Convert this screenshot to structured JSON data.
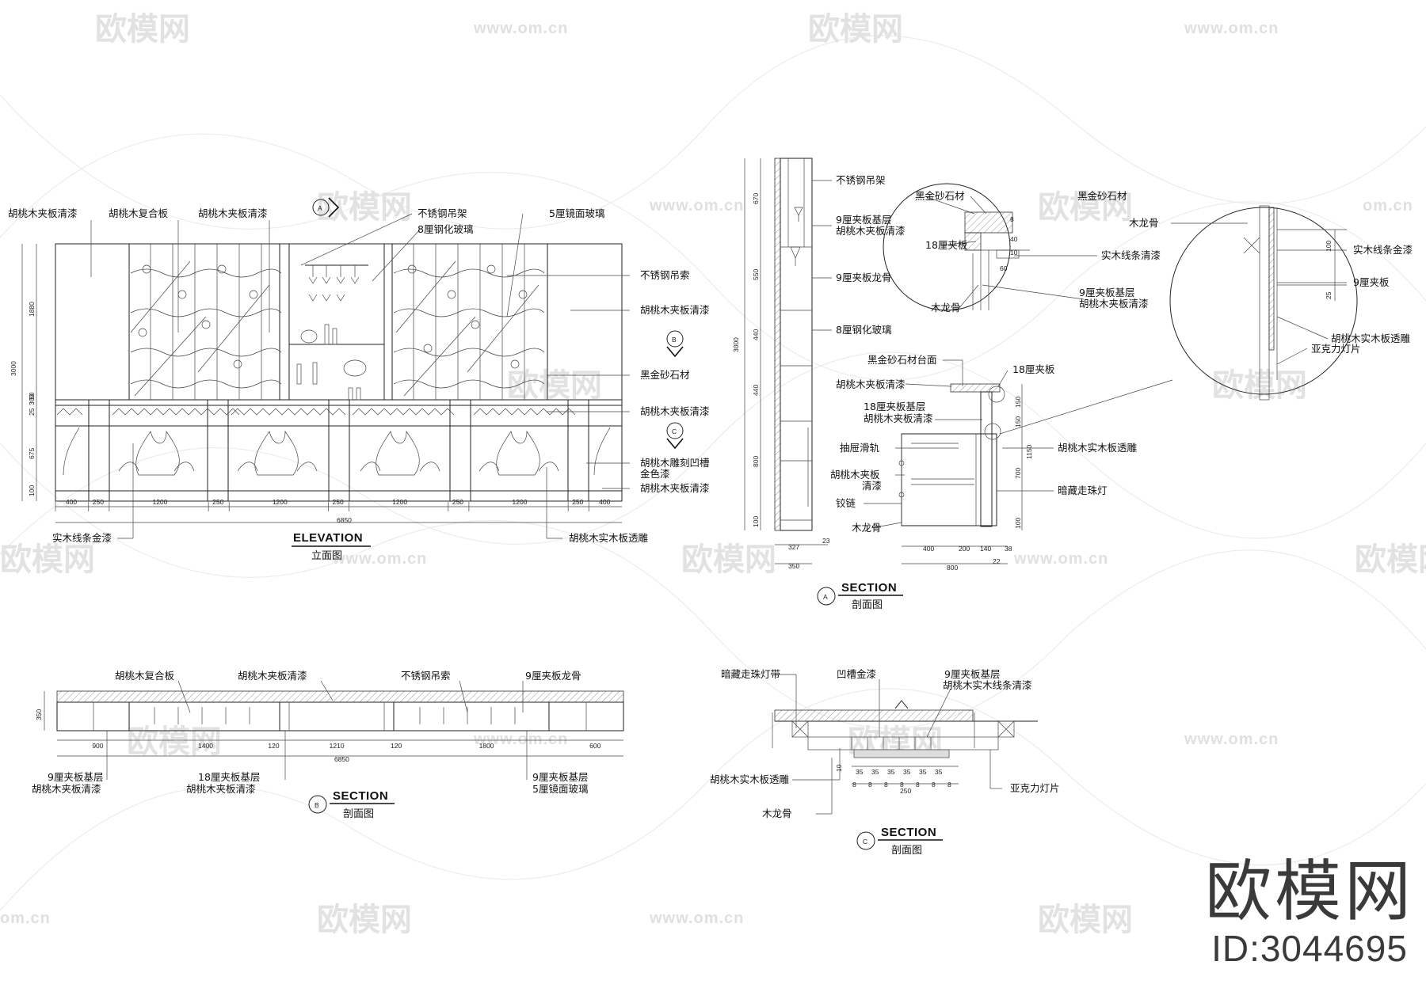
{
  "watermark": {
    "logo_text": "欧模网",
    "url_text": "www.om.cn",
    "url_short": "om.cn"
  },
  "brand": {
    "logo": "欧模网",
    "id": "ID:3044695"
  },
  "elevation": {
    "title": "ELEVATION",
    "subtitle": "立面图",
    "labels": {
      "l1": "胡桃木夹板清漆",
      "l2": "胡桃木复合板",
      "l3": "胡桃木夹板清漆",
      "l4": "不锈钢吊架",
      "l5": "8厘钢化玻璃",
      "l6": "5厘镜面玻璃",
      "r1": "不锈钢吊索",
      "r2": "胡桃木夹板清漆",
      "r3": "黑金砂石材",
      "r4": "胡桃木夹板清漆",
      "r5a": "胡桃木雕刻凹槽",
      "r5b": "金色漆",
      "r6": "胡桃木夹板清漆",
      "b1": "实木线条金漆",
      "b2": "胡桃木实木板透雕"
    },
    "dims_bottom": [
      "400",
      "250",
      "1200",
      "250",
      "1200",
      "250",
      "1200",
      "250",
      "1200",
      "250",
      "400"
    ],
    "dim_total": "6850",
    "dims_left": [
      "1880",
      "50",
      "300",
      "25",
      "675",
      "100"
    ],
    "dim_height": "3000",
    "markers": {
      "a": "A",
      "b": "B",
      "c": "C"
    }
  },
  "section_a": {
    "title": "SECTION",
    "subtitle": "剖面图",
    "marker": "A",
    "labels": {
      "t1": "不锈钢吊架",
      "t2a": "9厘夹板基层",
      "t2b": "胡桃木夹板清漆",
      "t3": "9厘夹板龙骨",
      "t4": "8厘钢化玻璃",
      "t5": "黑金砂石材台面",
      "t6": "胡桃木夹板清漆",
      "t7": "18厘夹板",
      "t8a": "18厘夹板基层",
      "t8b": "胡桃木夹板清漆",
      "t9": "抽屉滑轨",
      "t10a": "胡桃木夹板",
      "t10b": "清漆",
      "t11": "铰链",
      "t12": "木龙骨",
      "t13": "胡桃木实木板透雕",
      "t14": "暗藏走珠灯"
    },
    "dims_left": [
      "670",
      "550",
      "440",
      "440",
      "800",
      "100"
    ],
    "dim_height": "3000",
    "dims_bottom": [
      "327",
      "23",
      "350"
    ],
    "dims_counter": [
      "400",
      "200",
      "140",
      "38"
    ],
    "dim_counter_total": "800",
    "dim_counter_extra": "22",
    "dims_counter_right": [
      "150",
      "150",
      "700",
      "1150",
      "100"
    ],
    "detail1": {
      "l1": "黑金砂石材",
      "l2": "黑金砂石材",
      "l3": "18厘夹板",
      "l4": "实木线条清漆",
      "l5a": "9厘夹板基层",
      "l5b": "胡桃木夹板清漆",
      "l6": "木龙骨",
      "d1": "8",
      "d2": "40",
      "d3": "10",
      "d4": "60"
    },
    "detail2": {
      "l1": "木龙骨",
      "l2": "实木线条金漆",
      "l3": "9厘夹板",
      "l4": "胡桃木实木板透雕",
      "l5": "亚克力灯片",
      "d1": "100",
      "d2": "25"
    }
  },
  "section_b": {
    "title": "SECTION",
    "subtitle": "剖面图",
    "marker": "B",
    "labels": {
      "t1": "胡桃木复合板",
      "t2": "胡桃木夹板清漆",
      "t3": "不锈钢吊索",
      "t4": "9厘夹板龙骨",
      "b1a": "9厘夹板基层",
      "b1b": "胡桃木夹板清漆",
      "b2a": "18厘夹板基层",
      "b2b": "胡桃木夹板清漆",
      "b3a": "9厘夹板基层",
      "b3b": "5厘镜面玻璃"
    },
    "dims": [
      "900",
      "1400",
      "120",
      "1210",
      "120",
      "1800",
      "600"
    ],
    "dim_total": "6850",
    "dim_depth": "350"
  },
  "section_c": {
    "title": "SECTION",
    "subtitle": "剖面图",
    "marker": "C",
    "labels": {
      "t1": "暗藏走珠灯带",
      "t2": "凹槽金漆",
      "t3a": "9厘夹板基层",
      "t3b": "胡桃木实木线条清漆",
      "b1": "胡桃木实木板透雕",
      "b2": "木龙骨",
      "b3": "亚克力灯片"
    },
    "dims": [
      "35",
      "35",
      "35",
      "35",
      "35",
      "35"
    ],
    "dims_small": [
      "8",
      "8",
      "8",
      "8",
      "8",
      "8",
      "8"
    ],
    "dim_total": "250",
    "dim_side": "10"
  }
}
